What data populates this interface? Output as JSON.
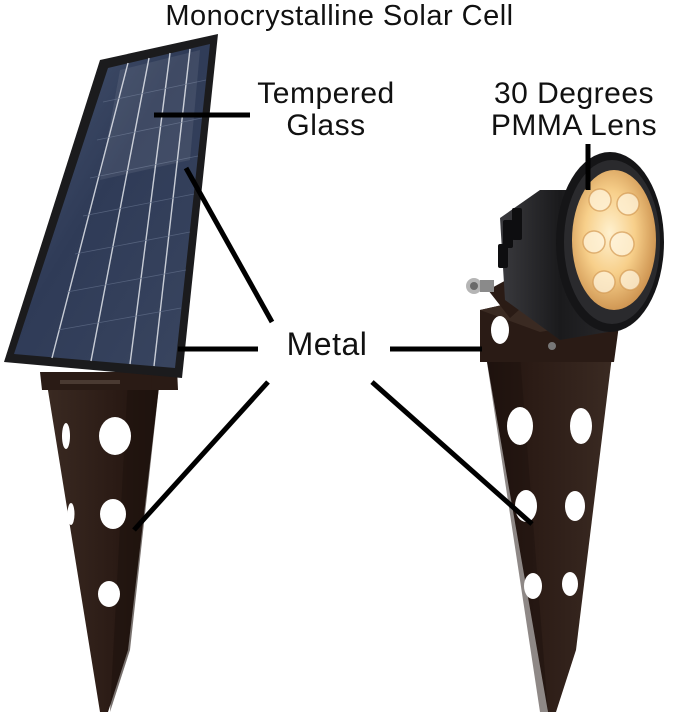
{
  "labels": {
    "monocrystalline": "Monocrystalline Solar Cell",
    "tempered_line1": "Tempered",
    "tempered_line2": "Glass",
    "lens_line1": "30 Degrees",
    "lens_line2": "PMMA Lens",
    "metal": "Metal"
  },
  "colors": {
    "stake": "#2b1b15",
    "stake_shadow": "#1e120d",
    "panel_cell": "#2f3b57",
    "panel_frame": "#1b1b1d",
    "lamp_body": "#1a1a1c",
    "led_glow": "#f7cf8a",
    "leader_line": "#000000"
  }
}
